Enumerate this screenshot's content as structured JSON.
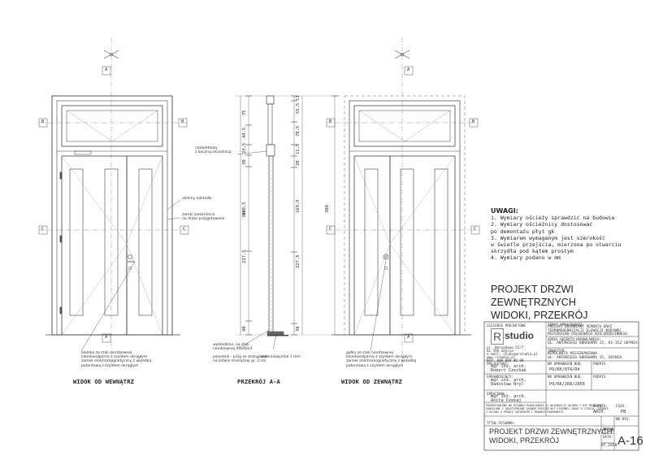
{
  "notes": {
    "heading": "UWAGI:",
    "lines": [
      "1. Wymiary ościeży sprawdzić na budowie",
      "2. Wymiary ościeżnicy dostosować",
      "po demontażu płyt gk",
      "3. Wymiarem wymaganym jest szerokość",
      "w świetle przejścia, mierzona po otwarciu",
      "skrzydła pod kątem prostym",
      "4. Wymiary podano w mm"
    ]
  },
  "project_title": {
    "line1": "PROJEKT DRZWI ZEWNĘTRZNYCH",
    "line2": "WIDOKI, PRZEKRÓJ"
  },
  "captions": {
    "inner": "WIDOK OD WEWNĄTRZ",
    "section": "PRZEKRÓJ A-A",
    "outer": "WIDOK OD ZEWNĄTRZ"
  },
  "section_marks": {
    "a": "A",
    "b": "B",
    "c": "C"
  },
  "dimensions": {
    "section_right": [
      "11",
      "55,5",
      "78,5",
      "11,5",
      "20",
      "169,5",
      "227,5",
      "38"
    ],
    "section_left": [
      "75",
      "44,5",
      "23,5",
      "30",
      "308",
      "169,5",
      "227,5",
      "40"
    ],
    "outer_left": "308"
  },
  "annotations": {
    "listwa": "naświetlowy\nz boczną ościeżnicą",
    "nakladki": "okleiny nakładki",
    "zamek": "zamki zamkniecia\nna drzwi przygotowane",
    "inner_note": "klamka ze stali nierdzewnej\nklamkoodporna z szyldem okrągłym\nzamek elektromagnetyczny z wkładką\npatentową z szyldem okrągłym",
    "section_note1": "wykładzina: na stali\nnierdzewnej 40x40x3",
    "section_note2": "pasodnik - próg ze stalogranit\nna listwie mosiężnej gr. 3 cm",
    "section_note3": "aluminiowy/stal 3 mm",
    "outer_note": "gałka ze stali nierdzewnej\nklamkoodporna z szyldem okrągłym\nzamek elektromagnetyczny z wkładką\npatentową z szyldem okrągłym"
  },
  "title_block": {
    "firm_label": "ZLECENIE PROJEKTOWE",
    "logo_r": "R",
    "logo_text": "studio",
    "firm_lines": [
      "ul. Bernadowo 52/7",
      "81-396 Gdynia",
      "e-mail: studio@rstudio.pl",
      "www.rstudio.pl",
      "NIP: 000 000 00 00"
    ],
    "subject_label": "TEMAT OPRACOWANIA:",
    "subject": "PROJEKT BUDOWLANY REMONTU ORAZ\nTERMOMODERNIZACJI ELEWACJI BUDYNKU\nMIESZKALNO-USŁUGOWEGO WIELORODZINNEGO",
    "address_label": "ADRES OBIEKTU BUDOWLANEGO:",
    "address": "UL. ANTONIEGO ABRAHAMA 15, 81-352 GDYNIA",
    "investor_label": "INWESTOR:",
    "investor": "WSPÓLNOTA MIESZKANIOWA\nUL. ANTONIEGO ABRAHAMA 15, GDYNIA",
    "designer_label": "PROJEKTANT:",
    "designer": "mgr inż. arch.\nRobert Czechak",
    "designer_perm_label": "NR UPRAWNIEŃ BUD.",
    "designer_perm": "PO/KK/074/04",
    "sign_label": "PODPIS",
    "checker_label": "SPRAWDZAJĄCY:",
    "checker": "mgr inż. arch.\nRadosław Bryl",
    "checker_perm": "PO/KK/268/2009",
    "drawn_label": "OPRACOWAŁ:",
    "drawn": "mgr inż. arch.\nAnita Czekaj",
    "copyright": "PRZEDSTAWIONE NA RYSUNKU ROZWIĄZANIA SĄ WŁASNOŚCIĄ AUTORA I NIE MOGĄ BYĆ\nPOWIELANE I UDOSTĘPNIANE OSOBOM TRZECIM BEZ PISEMNEJ ZGODY R-STUDIO. ZGODNIE\nZ USTAWĄ O PRAWIE AUTORSKIM I PRAWACH POKREWNYCH",
    "branch_label": "BRANŻA:",
    "branch": "ARCH.",
    "phase_label": "FAZA:",
    "phase": "PB",
    "sheet_title_label": "TYTUŁ RYSUNKU:",
    "sheet_title": "PROJEKT DRZWI ZEWNĘTRZNYCH\nWIDOKI, PRZEKRÓJ",
    "scale_label": "SKALA:",
    "scale": "1:20",
    "date_label": "DATA:",
    "date": "07.2018",
    "number_label": "NR RYS.",
    "number": "A-16"
  }
}
